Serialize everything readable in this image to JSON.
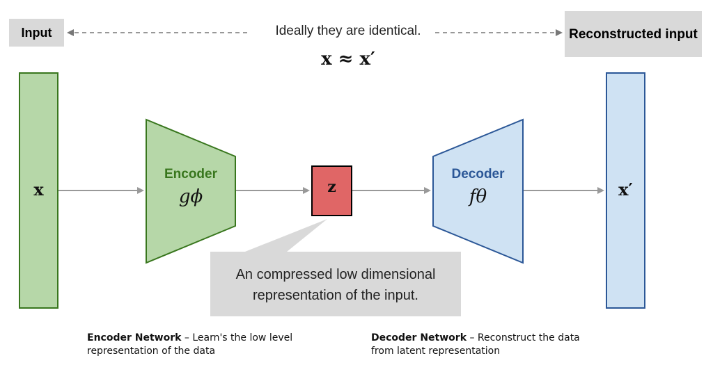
{
  "labels": {
    "input": "Input",
    "reconstructed": "Reconstructed input",
    "ideal": "Ideally they are identical.",
    "approx": "x ≈ x′"
  },
  "nodes": {
    "x": "x",
    "encoder_name": "Encoder",
    "encoder_fn": "gϕ",
    "z": "z",
    "decoder_name": "Decoder",
    "decoder_fn": "fθ",
    "x_prime": "x′"
  },
  "callout": "An compressed low dimensional representation of the input.",
  "captions": {
    "encoder_title": "Encoder  Network",
    "encoder_text": " – Learn's the low level representation of the data",
    "decoder_title": "Decoder Network",
    "decoder_text": " – Reconstruct the data from latent representation"
  },
  "colors": {
    "encoder_fill": "#b6d7a8",
    "encoder_stroke": "#38761d",
    "decoder_fill": "#cfe2f3",
    "decoder_stroke": "#2b5797",
    "latent_fill": "#e06666",
    "callout_fill": "#d9d9d9",
    "arrow": "#999999"
  }
}
